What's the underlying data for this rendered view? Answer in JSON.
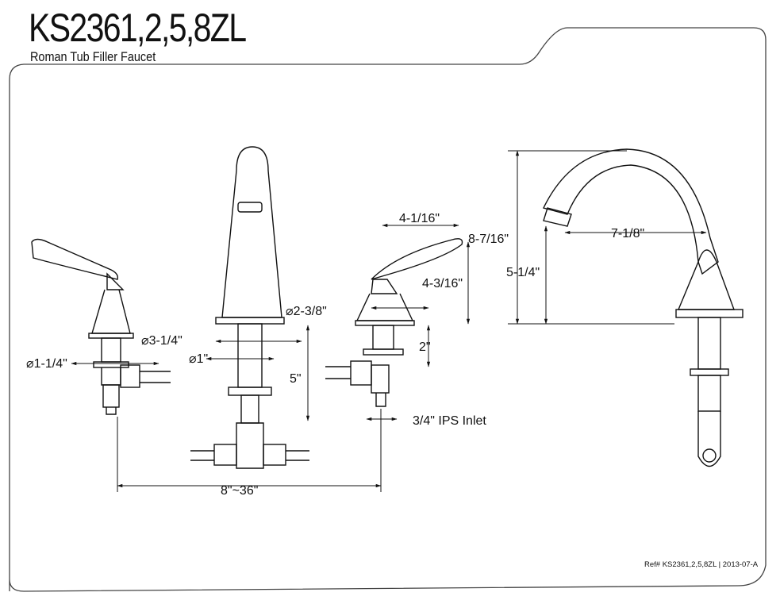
{
  "header": {
    "model": "KS2361,2,5,8ZL",
    "product_name": "Roman Tub Filler Faucet"
  },
  "dimensions": {
    "handle_reach": "4-1/16\"",
    "handle_height": "4-3/16\"",
    "handle_base_dia": "⌀2-3/8\"",
    "spout_base_dia": "⌀3-1/4\"",
    "shank_dia": "⌀1\"",
    "valve_dia": "⌀1-1/4\"",
    "shank_length": "5\"",
    "valve_shank": "2\"",
    "inlet": "3/4\" IPS Inlet",
    "spread": "8\"~36\"",
    "overall_height": "8-7/16\"",
    "spout_reach": "7-1/8\"",
    "spout_height": "5-1/4\""
  },
  "footer": {
    "ref": "Ref# KS2361,2,5,8ZL | 2013-07-A"
  }
}
